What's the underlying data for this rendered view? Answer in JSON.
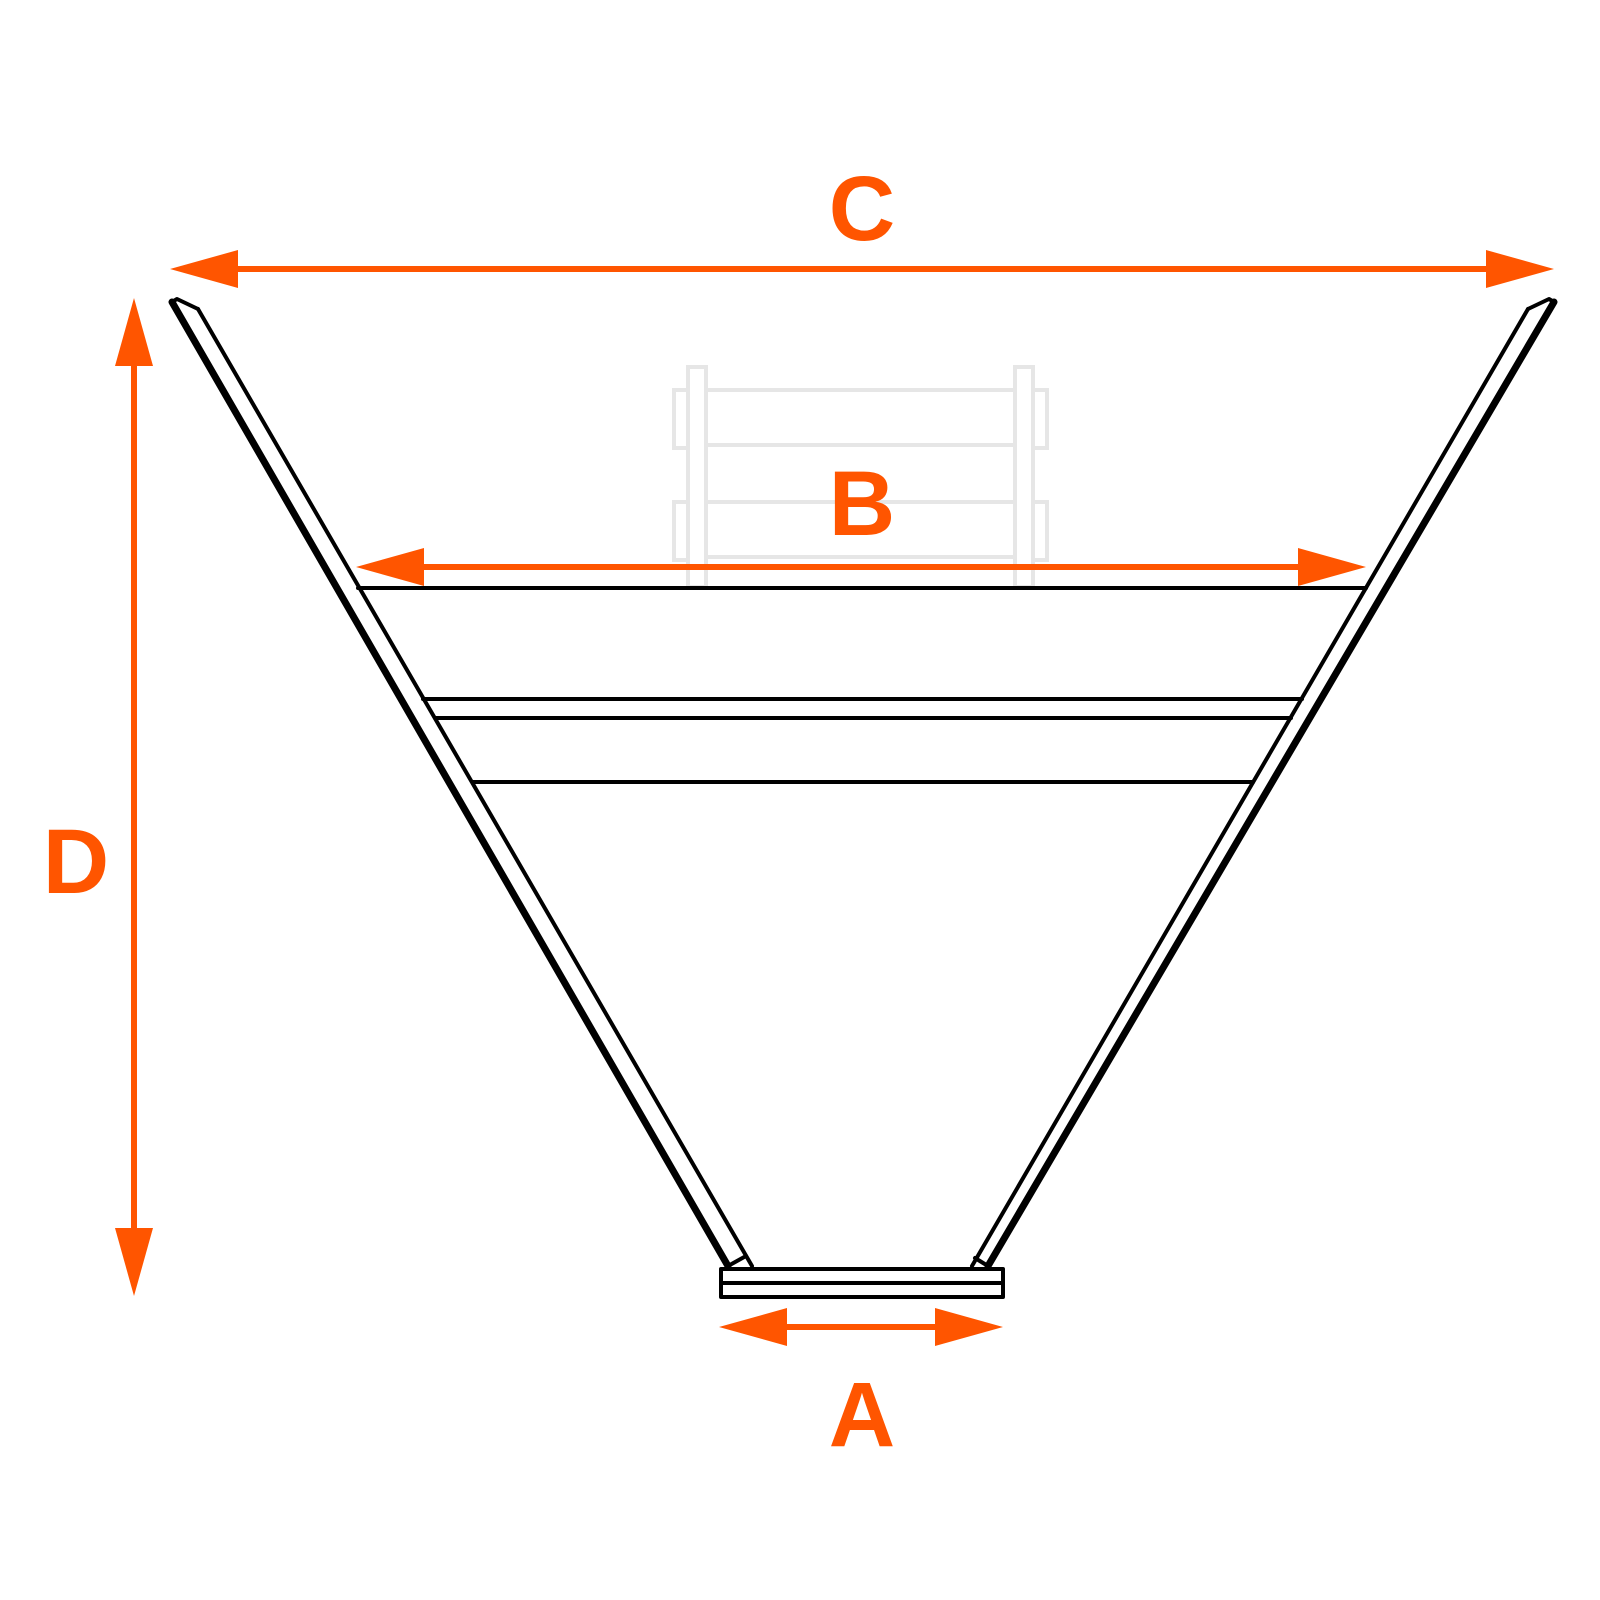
{
  "diagram": {
    "dimensions": [
      {
        "id": "A",
        "label": "A"
      },
      {
        "id": "B",
        "label": "B"
      },
      {
        "id": "C",
        "label": "C"
      },
      {
        "id": "D",
        "label": "D"
      }
    ],
    "colors": {
      "dimension": "#ff5500",
      "outline": "#000000",
      "ghost_component": "#e6e6e6",
      "background": "#ffffff"
    }
  }
}
